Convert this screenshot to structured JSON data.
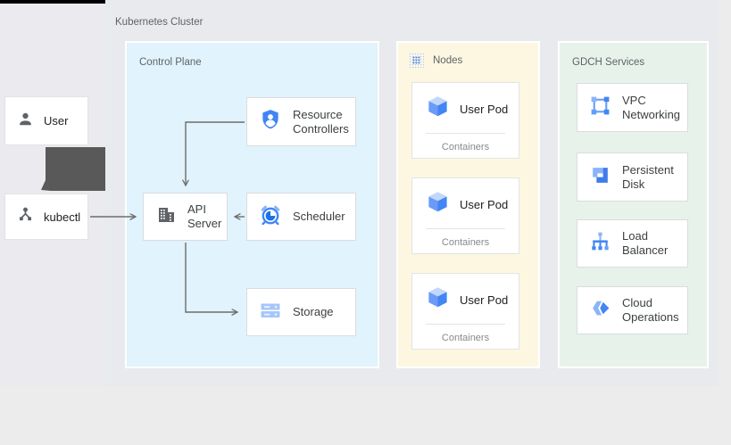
{
  "cluster": {
    "title": "Kubernetes Cluster"
  },
  "external": {
    "user": {
      "label": "User"
    },
    "kubectl": {
      "label": "kubectl"
    }
  },
  "control_plane": {
    "title": "Control Plane",
    "cards": {
      "resource_controllers": {
        "label": "Resource Controllers"
      },
      "api_server": {
        "label": "API Server"
      },
      "scheduler": {
        "label": "Scheduler"
      },
      "storage": {
        "label": "Storage"
      }
    }
  },
  "nodes": {
    "title": "Nodes",
    "pods": [
      {
        "label": "User Pod",
        "sublabel": "Containers"
      },
      {
        "label": "User Pod",
        "sublabel": "Containers"
      },
      {
        "label": "User Pod",
        "sublabel": "Containers"
      }
    ]
  },
  "gdch": {
    "title": "GDCH Services",
    "cards": [
      {
        "label": "VPC Networking"
      },
      {
        "label": "Persistent Disk"
      },
      {
        "label": "Load Balancer"
      },
      {
        "label": "Cloud Operations"
      }
    ]
  },
  "colors": {
    "accent_blue": "#4285f4",
    "light_blue": "#8ab4f8",
    "control_plane_bg": "#e1f3fc",
    "nodes_bg": "#fdf7e2",
    "gdch_bg": "#e7f3ea",
    "cluster_bg": "#e8eaed",
    "arrow_gray": "#6d6d6d",
    "icon_gray": "#5f6368"
  }
}
